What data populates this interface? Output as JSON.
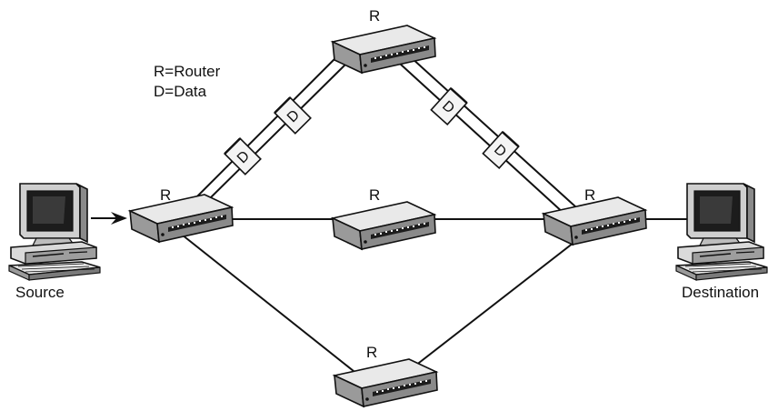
{
  "legend": {
    "router": "R=Router",
    "data": "D=Data"
  },
  "router_label": "R",
  "packet_label": "D",
  "source_label": "Source",
  "destination_label": "Destination",
  "colors": {
    "line": "#111111",
    "device_top": "#e9e9e9",
    "device_side": "#9a9a9a",
    "device_front": "#6f6f6f",
    "screen": "#1c1c1c"
  }
}
